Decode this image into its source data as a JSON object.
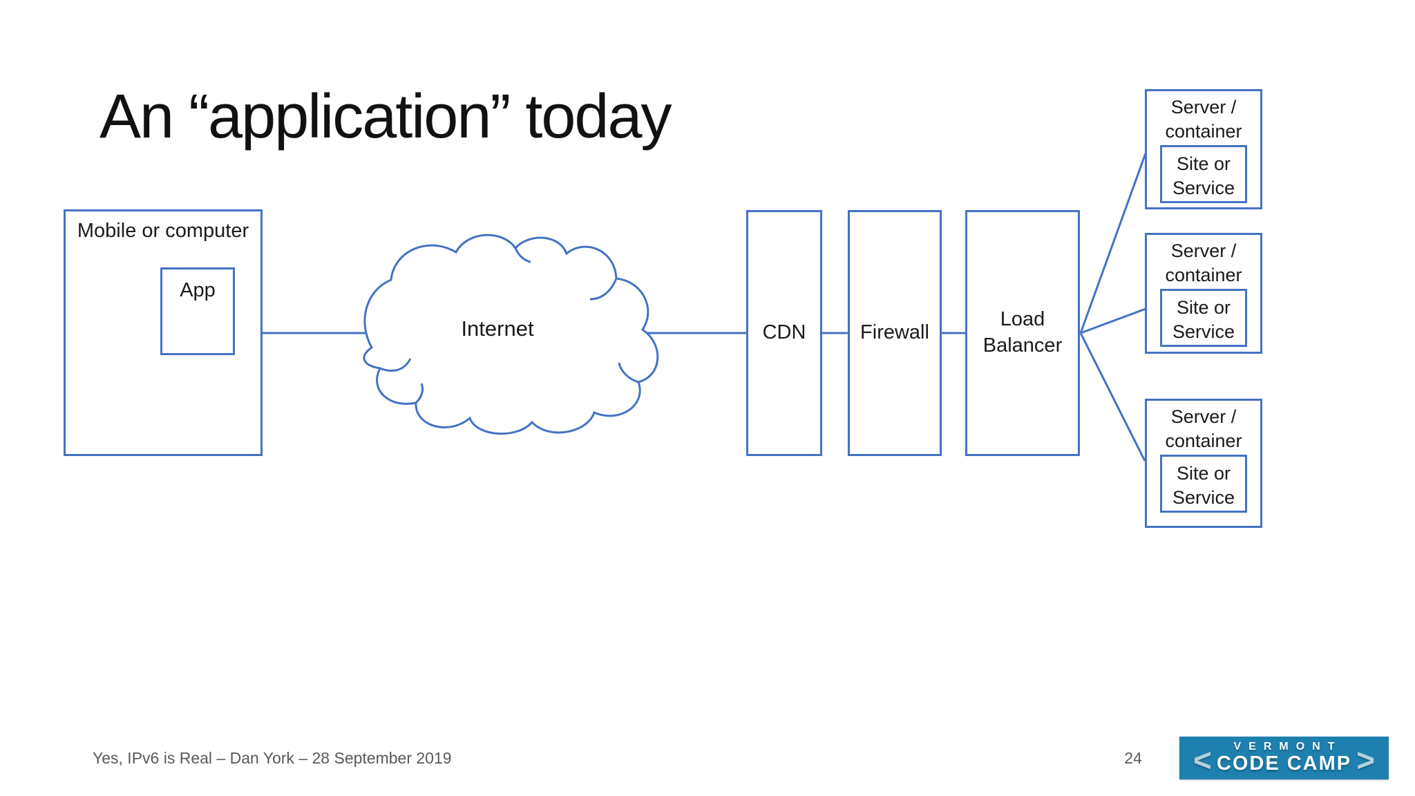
{
  "slide": {
    "title": "An “application” today",
    "footer": "Yes, IPv6 is Real – Dan York – 28 September 2019",
    "page_number": "24"
  },
  "diagram": {
    "client": {
      "label": "Mobile or computer",
      "app_label": "App"
    },
    "internet": {
      "label": "Internet"
    },
    "cdn": {
      "label": "CDN"
    },
    "firewall": {
      "label": "Firewall"
    },
    "load_balancer": {
      "label": "Load Balancer"
    },
    "servers": [
      {
        "label": "Server / container",
        "inner_label": "Site or Service"
      },
      {
        "label": "Server / container",
        "inner_label": "Site or Service"
      },
      {
        "label": "Server / container",
        "inner_label": "Site or Service"
      }
    ]
  },
  "logo": {
    "line1": "VERMONT",
    "line2": "CODE CAMP",
    "left_bracket": "<",
    "right_bracket": ">"
  },
  "colors": {
    "diagram_stroke": "#4472C4",
    "title_text": "#111111",
    "label_text": "#1a1a1a",
    "footer_text": "#595959",
    "logo_bg": "#1E80AF",
    "logo_bracket": "#B7D0DE",
    "logo_text": "#FFFFFF"
  }
}
